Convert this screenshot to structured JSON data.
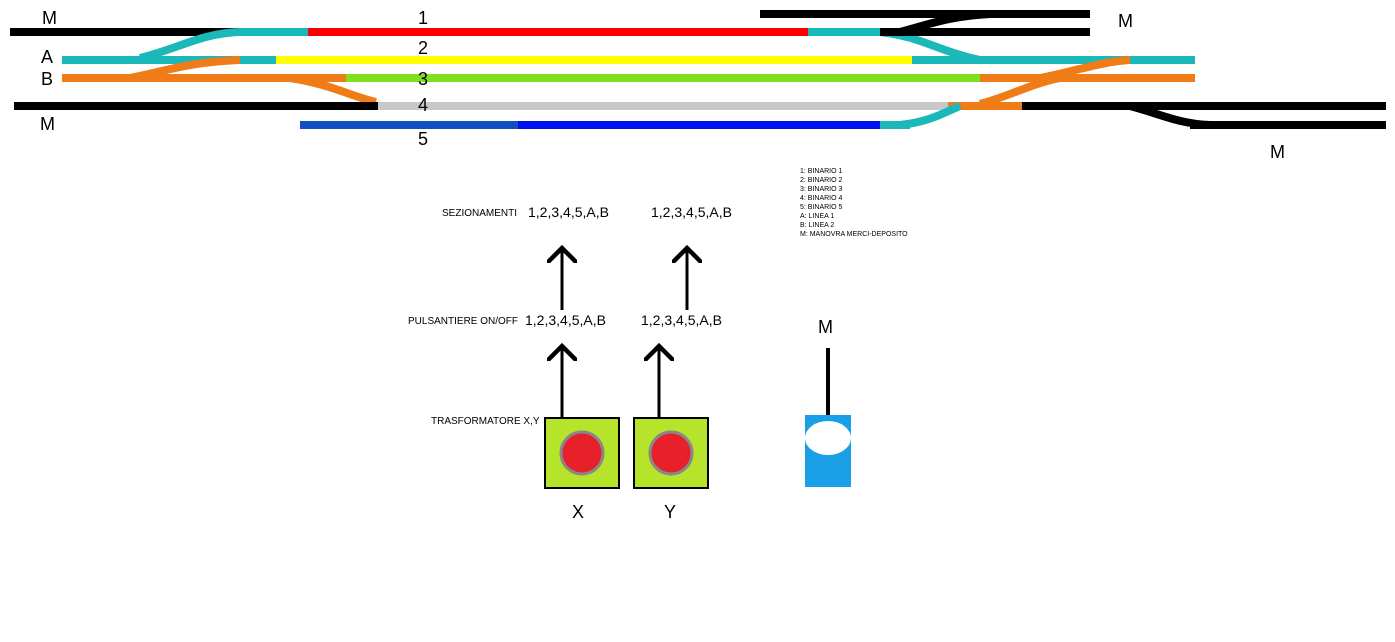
{
  "track_labels": {
    "m_top_left": "M",
    "m_top_right": "M",
    "m_mid_left": "M",
    "m_bottom_right": "M",
    "line_a": "A",
    "line_b": "B",
    "track_1": "1",
    "track_2": "2",
    "track_3": "3",
    "track_4": "4",
    "track_5": "5"
  },
  "legend": [
    "1: BINARIO 1",
    "2: BINARIO 2",
    "3: BINARIO 3",
    "4: BINARIO 4",
    "5: BINARIO 5",
    "A: LINEA 1",
    "B: LINEA 2",
    "M: MANOVRA MERCI-DEPOSITO"
  ],
  "wiring": {
    "sezionamenti_label": "SEZIONAMENTI",
    "pulsantiere_label": "PULSANTIERE ON/OFF",
    "trasformatore_label": "TRASFORMATORE X,Y",
    "sez_x": "1,2,3,4,5,A,B",
    "sez_y": "1,2,3,4,5,A,B",
    "puls_x": "1,2,3,4,5,A,B",
    "puls_y": "1,2,3,4,5,A,B",
    "transformer_x": "X",
    "transformer_y": "Y",
    "m_controller": "M"
  },
  "colors": {
    "track_1": "#ff0000",
    "track_2": "#ffff00",
    "track_3": "#80e020",
    "track_4": "#c8c8c8",
    "track_5": "#0010ee",
    "line_a": "#1ab8b8",
    "line_b": "#f07c18",
    "siding": "#000000",
    "transformer_body": "#b6e42a",
    "transformer_knob": "#e8202a",
    "controller_body": "#1aa0e6"
  }
}
